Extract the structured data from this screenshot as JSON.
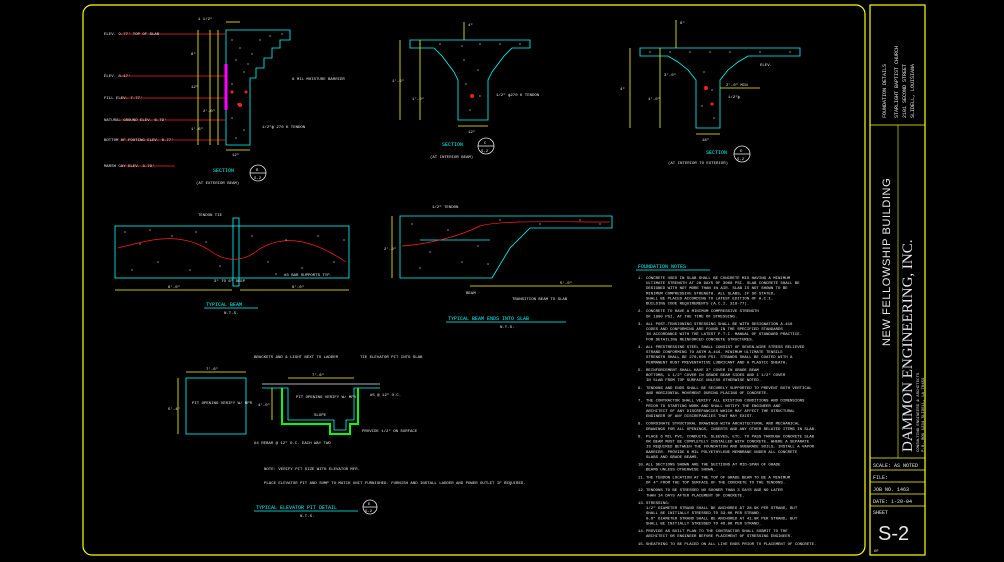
{
  "details": {
    "section_b": {
      "labels": [
        "ELEV. 9.77' TOP OF SLAB",
        "ELEV. 8.17'",
        "FILL ELEV. 7.77'",
        "NATURAL GROUND ELEV. 6.79'",
        "BOTTOM OF FOOTING ELEV. 6.77'",
        "MARSH CAY ELEV. 3.79'"
      ],
      "dims": [
        "1 1/2\"",
        "6\"",
        "12\"",
        "2'-0\"",
        "1'-6\"",
        "12\""
      ],
      "notes": [
        "6 MIL MOISTURE BARRIER",
        "1/2\"ф 270 K TENDON"
      ],
      "title": "SECTION",
      "mark": "B",
      "sheet": "S-2",
      "subtitle": "(AT EXTERIOR BEAM)"
    },
    "section_c": {
      "dims": [
        "4\"",
        "1'-6\"",
        "1'-0\"",
        "12\""
      ],
      "notes": [
        "1/2\" ф270 K TENDON"
      ],
      "title": "SECTION",
      "mark": "C",
      "sheet": "S-2",
      "subtitle": "(AT INTERIOR BEAM)"
    },
    "section_d": {
      "dims": [
        "6\"",
        "4\"",
        "1'-0\"",
        "3'-0\"",
        "2'-0\" MIN",
        "18\""
      ],
      "notes": [
        "1/2\"ф",
        "ELEV."
      ],
      "title": "SECTION",
      "mark": "D",
      "sheet": "S-2",
      "subtitle": "(AT INTERIOR TO EXTERIOR)"
    },
    "typical_beam": {
      "notes": [
        "TENDON TIE",
        "#3 BAR SUPPORTS TYP.",
        "3\" TO 6\" DEEP"
      ],
      "dims": [
        "6'-0\"",
        "6'-0\""
      ],
      "title": "TYPICAL BEAM",
      "scale": "N.T.S."
    },
    "beam_ends": {
      "notes": [
        "1/2\" TENDON",
        "BEAM",
        "TRANSITION BEAM TO SLAB"
      ],
      "dims": [
        "2'-0\"",
        "5'-0\""
      ],
      "title": "TYPICAL BEAM ENDS INTO SLAB",
      "scale": "N.T.S."
    },
    "elevator_pit": {
      "plan_dims": [
        "7'-6\"",
        "5'-4\""
      ],
      "plan_label": "PIT OPENING VERIFY W/ MFR",
      "section_dims": [
        "7'-6\"",
        "4'-0\""
      ],
      "section_label": "PIT OPENING VERIFY W/ MFR",
      "callouts": [
        "BRACKETS AND & LIGHT NEXT TO LADDER",
        "TIE ELEVATOR PIT INTO SLAB",
        "#5 @ 12\" O.C.",
        "SLOPE",
        "PROVIDE 1/2\" ON SURFACE",
        "#4 REBAR @ 12\" O.C. EACH WAY TWO",
        "NOTE: VERIFY PIT SIZE WITH ELEVATOR MFR.",
        "PLACE ELEVATOR PIT AND SUMP TO MATCH UNIT FURNISHED. FURNISH AND INSTALL LADDER AND POWER OUTLET IF REQUIRED."
      ],
      "title": "TYPICAL ELEVATOR PIT DETAIL",
      "mark": "E",
      "sheet": "S-2",
      "scale": "N.T.S."
    }
  },
  "notes": {
    "heading": "FOUNDATION NOTES",
    "items": [
      {
        "n": "1.",
        "text": [
          "CONCRETE USED IN SLAB SHALL BE CONCRETE MIX HAVING A MINIMUM",
          "ULTIMATE STRENGTH AT 28 DAYS OF 3000 PSI. SLAB CONCRETE SHALL BE",
          "DESIGNED WITH NOT MORE THAN 1% AIR. SLAB IS NOT SHOWN TO BE",
          "MINIMUM COMPRESSIVE STRENGTH. ALL SLABS, IF SO STATED,",
          "SHALL BE PLACED ACCORDING TO LATEST EDITION OF A.C.I.",
          "BUILDING CODE REQUIREMENTS (A.C.I. 318-77)."
        ]
      },
      {
        "n": "2.",
        "text": [
          "CONCRETE TO HAVE A MINIMUM COMPRESSIVE STRENGTH",
          "OF 1800 PSI. AT THE TIME OF STRESSING."
        ]
      },
      {
        "n": "3.",
        "text": [
          "ALL POST-TENSIONING STRESSING SHALL BE WITH DESIGNATION A-416",
          "CODES AND CONFORMING ARE FOUND IN THE SPECIFIED STANDARDS",
          "IN ACCORDANCE WITH THE LATEST P.T.I. MANUAL OF STANDARD PRACTICE.",
          "FOR DETAILING REINFORCED CONCRETE STRUCTURES."
        ]
      },
      {
        "n": "4.",
        "text": [
          "ALL PRESTRESSING STEEL SHALL CONSIST OF SEVEN-WIRE STRESS RELIEVED",
          "STRAND CONFORMING TO ASTM A-416. MINIMUM ULTIMATE TENSILE",
          "STRENGTH SHALL BE 270,000 PSI. STRANDS SHALL BE COATED WITH A",
          "PERMANENT RUST PREVENTATIVE LUBRICANT AND A PLASTIC SHEATH."
        ]
      },
      {
        "n": "5.",
        "text": [
          "REINFORCEMENT SHALL HAVE 3\" COVER IN GRADE BEAM",
          "BOTTOMS, 1 1/2\" COVER IN GRADE BEAM SIDES AND 1 1/2\" COVER",
          "IN SLAB FROM TOP SURFACE UNLESS OTHERWISE NOTED."
        ]
      },
      {
        "n": "6.",
        "text": [
          "TENDONS AND ENDS SHALL BE SECURELY SUPPORTED TO PREVENT BOTH VERTICAL",
          "AND HORIZONTAL MOVEMENT DURING PLACING OF CONCRETE."
        ]
      },
      {
        "n": "7.",
        "text": [
          "THE CONTRACTOR SHALL VERIFY ALL EXISTING CONDITIONS AND DIMENSIONS",
          "PRIOR TO STARTING WORK AND SHALL NOTIFY THE ENGINEER AND",
          "ARCHITECT OF ANY DISCREPANCIES WHICH MAY AFFECT THE STRUCTURAL",
          "ENGINEER OF ANY DISCREPANCIES THAT MAY EXIST."
        ]
      },
      {
        "n": "8.",
        "text": [
          "COORDINATE STRUCTURAL DRAWINGS WITH ARCHITECTURAL AND MECHANICAL",
          "DRAWINGS FOR ALL OPENINGS, INSERTS AND ANY OTHER RELATED ITEMS IN SLAB."
        ]
      },
      {
        "n": "9.",
        "text": [
          "PLACE 6 MIL PVC, CONDUITS, SLEEVES, ETC. TO PASS THROUGH CONCRETE SLAB",
          "OR BEAM MUST BE COMPLETELY INSTALLED WITH CONCRETE. WHERE A SEPARATE",
          "IS REQUIRED BETWEEN THE FOUNDATION AND SUBGRADE SOILS, INSTALL A VAPOR",
          "BARRIER. PROVIDE 6 MIL POLYETHYLENE MEMBRANE UNDER ALL CONCRETE",
          "SLABS AND GRADE BEAMS."
        ]
      },
      {
        "n": "10.",
        "text": [
          "ALL SECTIONS SHOWN ARE THE SECTIONS AT MID-SPAN OF GRADE",
          "BEAMS UNLESS OTHERWISE SHOWN."
        ]
      },
      {
        "n": "11.",
        "text": [
          "THE TENDON LOCATION AT THE TOP OF GRADE BEAM TO BE A MINIMUM",
          "OF 4\" FROM THE TOP SURFACE OF THE CONCRETE TO THE TENDONS."
        ]
      },
      {
        "n": "12.",
        "text": [
          "TENDONS TO BE STRESSED NO SOONER THAN 3 DAYS AND NO LATER",
          "THAN 14 DAYS AFTER PLACEMENT OF CONCRETE."
        ]
      },
      {
        "n": "13.",
        "text": [
          "STRESSING:",
          "1/2\" DIAMETER STRAND SHALL BE ANCHORED AT 28.9K PER STRAND, BUT",
          "SHALL BE INITIALLY STRESSED TO 33.0K PER STRAND.",
          "0.6\" DIAMETER STRAND SHALL BE ANCHORED AT 41.0K PER STRAND, BUT",
          "SHALL BE INITIALLY STRESSED TO 46.9K PER STRAND."
        ]
      },
      {
        "n": "14.",
        "text": [
          "PROVIDE AS BUILT PLAN TO THE CONTRACTOR SHALL SUBMIT TO THE",
          "ARCHITECT OR ENGINEER BEFORE PLACEMENT OF STRESSING ENGINEER."
        ]
      },
      {
        "n": "15.",
        "text": [
          "SHEATHING TO BE PLACED ON ALL LIVE ENDS PRIOR TO PLACEMENT OF CONCRETE."
        ]
      }
    ]
  },
  "title_block": {
    "sheet_title": "FOUNDATION DETAILS",
    "client": [
      "STARLIGHT BAPTIST CHURCH",
      "2101 SECOND STREET",
      "SLIDELL, LOUISIANA"
    ],
    "project": "NEW FELLOWSHIP BUILDING",
    "firm": "DAMMON ENGINEERING, INC.",
    "firm_sub": "CONSULTING ENGINEERS & ARCHITECTS",
    "firm_addr": "P.O. BOX 1234 SLIDELL, LA 70459",
    "scale": "SCALE: AS NOTED",
    "file": "FILE:",
    "job_no": "JOB NO. 1463",
    "date": "DATE: 1-20-04",
    "sheet_label": "SHEET",
    "sheet_no": "S-2",
    "sheet_of": "OF"
  },
  "colors": {
    "background": "#000000",
    "border": "#ffff00",
    "detail_lines": "#00ffff",
    "text": "#e8e8e8",
    "tendon": "#ff2020",
    "membrane": "#00ff00"
  }
}
